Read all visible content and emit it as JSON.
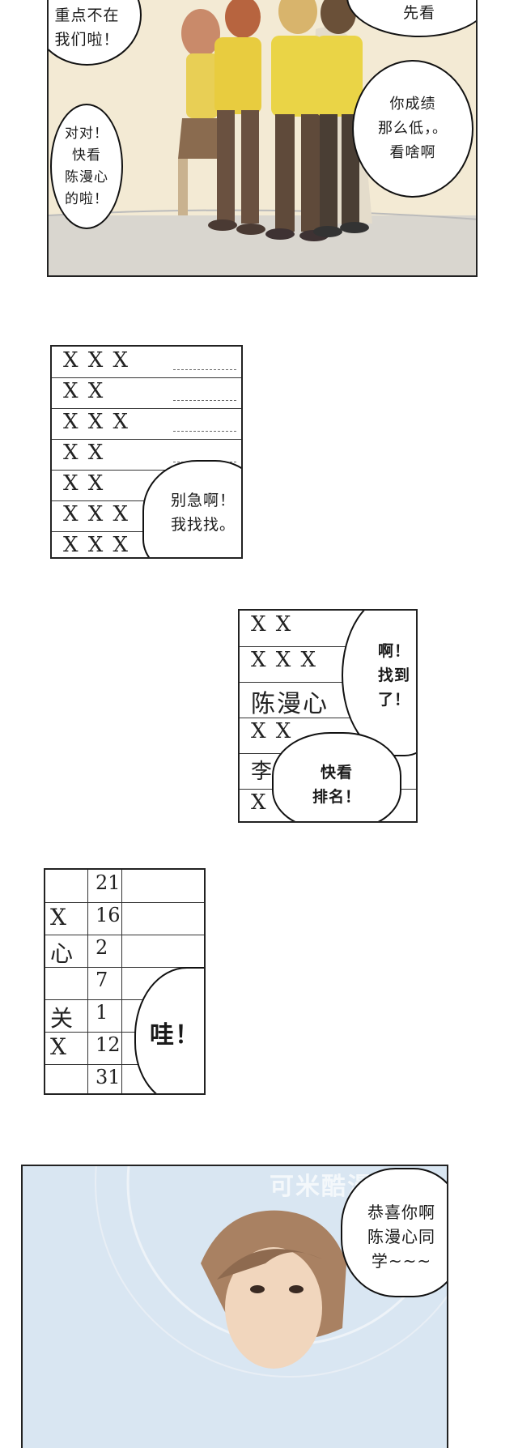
{
  "panel1": {
    "bubbles": {
      "top_left": "重点不在\n我们啦！",
      "top_right": "先看",
      "left": "对对！\n快看\n陈漫心\n的啦！",
      "right": "你成绩\n那么低，。\n看啥啊"
    }
  },
  "panel2": {
    "rows": [
      "X X X",
      "X X",
      "X X X",
      "X X",
      "X X",
      "X X X",
      "X X X"
    ],
    "bubble": "别急啊！\n我找找。"
  },
  "panel3": {
    "rows": [
      "X X",
      "X X X",
      "陈漫心",
      "X X",
      "李",
      "X"
    ],
    "bubble_top": "啊！\n找到\n了！",
    "bubble_bottom": "快看\n排名！"
  },
  "panel4": {
    "rows": [
      {
        "name": "",
        "rank": "21"
      },
      {
        "name": "X",
        "rank": "16"
      },
      {
        "name": "心",
        "rank": "2"
      },
      {
        "name": "",
        "rank": "7"
      },
      {
        "name": "关",
        "rank": "1"
      },
      {
        "name": "X",
        "rank": "12"
      },
      {
        "name": "",
        "rank": "31"
      }
    ],
    "bubble": "哇！"
  },
  "panel5": {
    "bubble": "恭喜你啊\n陈漫心同\n学~~~",
    "watermark": "可米酷漫画"
  }
}
